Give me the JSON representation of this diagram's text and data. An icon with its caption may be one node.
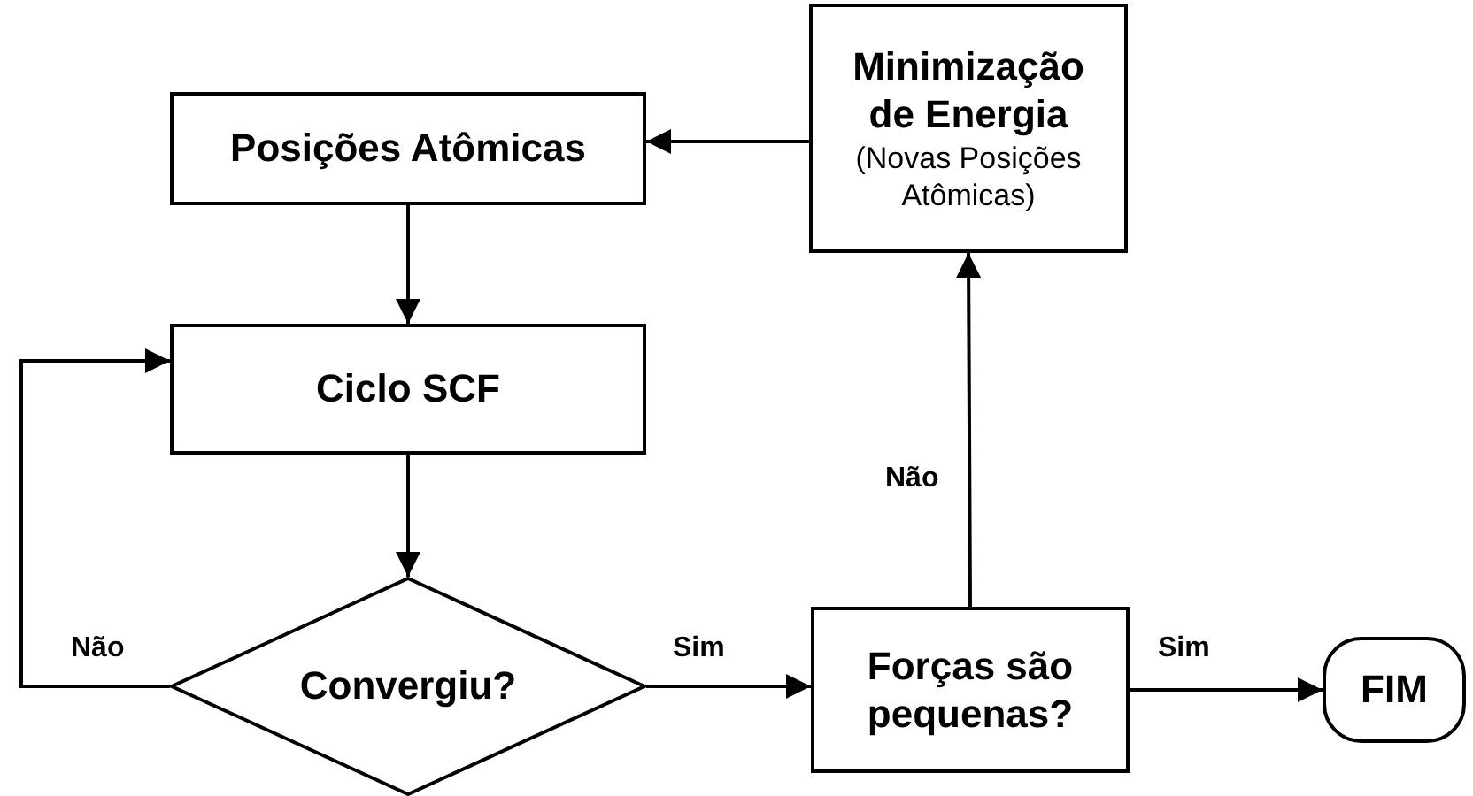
{
  "diagram": {
    "nodes": [
      {
        "text": [
          "Posições Atômicas"
        ]
      },
      {
        "text": [
          "Minimização de Energia",
          "(Novas Posições Atômicas)"
        ]
      },
      {
        "text": [
          "Ciclo SCF"
        ]
      },
      {
        "text": [
          "Convergiu?"
        ]
      },
      {
        "text": [
          "Forças são pequenas?"
        ]
      },
      {
        "text": [
          "FIM"
        ]
      }
    ],
    "edges": [
      {
        "from": 1,
        "to": 0,
        "arrow": "to"
      },
      {
        "from": 0,
        "to": 2,
        "arrow": "to"
      },
      {
        "from": 2,
        "to": 3,
        "arrow": "to"
      },
      {
        "from": 3,
        "to": 2,
        "arrow": "to",
        "label": "Não"
      },
      {
        "from": 3,
        "to": 4,
        "arrow": "to",
        "label": "Sim"
      },
      {
        "from": 4,
        "to": 1,
        "arrow": "to",
        "label": "Não"
      },
      {
        "from": 4,
        "to": 5,
        "arrow": "to",
        "label": "Sim"
      }
    ]
  }
}
